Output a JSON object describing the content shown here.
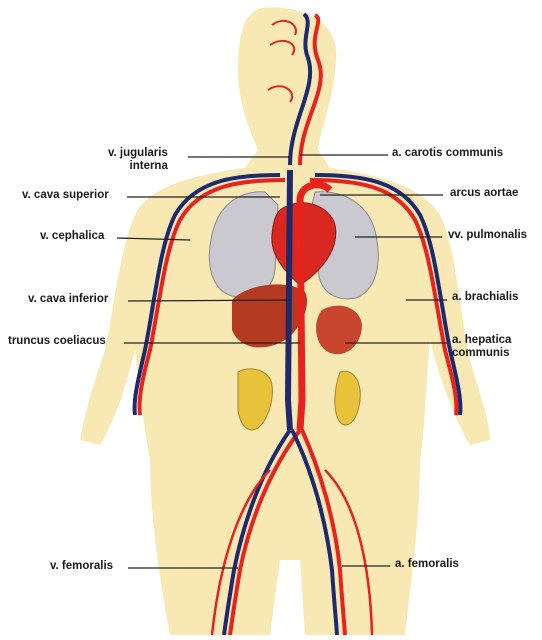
{
  "labels": {
    "v_jugularis_interna_1": "v. jugularis",
    "v_jugularis_interna_2": "interna",
    "v_cava_superior": "v. cava superior",
    "v_cephalica": "v. cephalica",
    "v_cava_inferior": "v. cava inferior",
    "truncus_coeliacus": "truncus coeliacus",
    "v_femoralis": "v. femoralis",
    "a_carotis_communis": "a. carotis communis",
    "arcus_aortae": "arcus aortae",
    "vv_pulmonalis": "vv. pulmonalis",
    "a_brachialis": "a. brachialis",
    "a_hepatica_communis_1": "a. hepatica",
    "a_hepatica_communis_2": "communis",
    "a_femoralis": "a. femoralis"
  },
  "colors": {
    "body": "#f7e8b4",
    "artery": "#e8231d",
    "vein": "#1d2a6e",
    "heart": "#d9281f",
    "lung": "#cfcfd4",
    "liver": "#b53a22",
    "intestine": "#e8c23a",
    "leader": "#222222"
  }
}
